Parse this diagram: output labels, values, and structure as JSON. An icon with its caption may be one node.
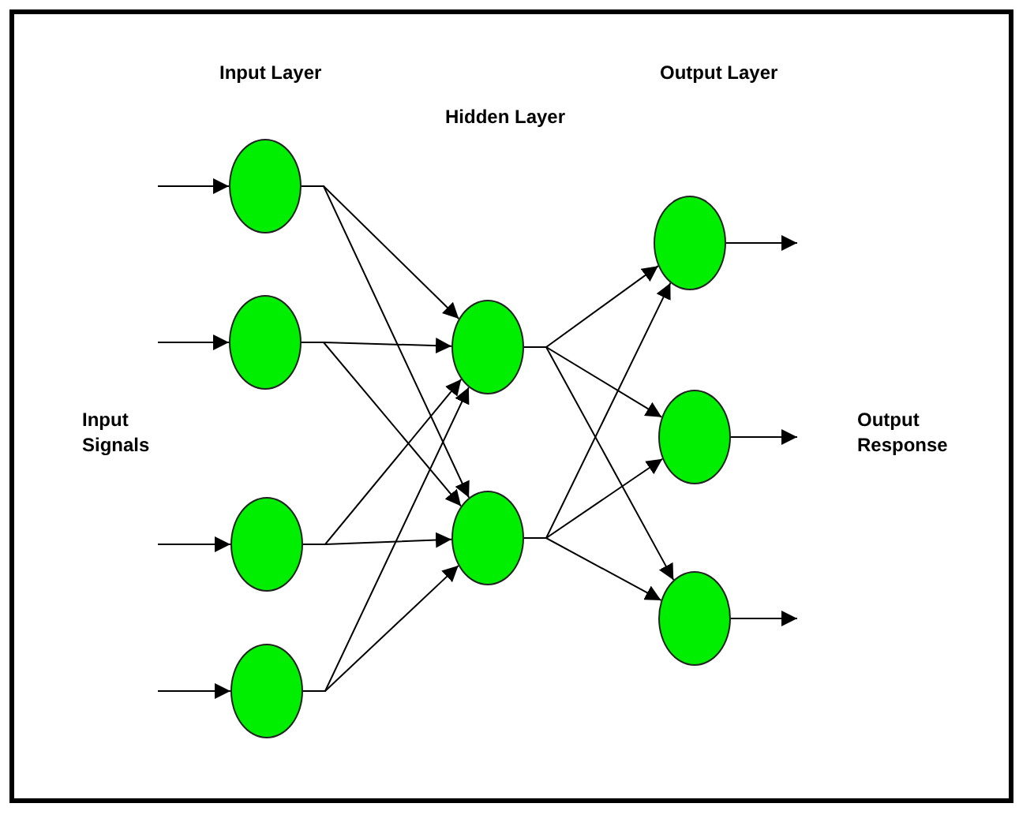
{
  "diagram": {
    "nodes": [
      {
        "text": [],
        "shape": "circle"
      },
      {
        "text": [],
        "shape": "circle"
      },
      {
        "text": [],
        "shape": "circle"
      },
      {
        "text": [],
        "shape": "circle"
      },
      {
        "text": [],
        "shape": "circle"
      },
      {
        "text": [],
        "shape": "circle"
      },
      {
        "text": [],
        "shape": "circle"
      },
      {
        "text": [],
        "shape": "circle"
      },
      {
        "text": [],
        "shape": "circle"
      }
    ],
    "edges": [
      {
        "from": null,
        "to": 0,
        "arrow": "to"
      },
      {
        "from": null,
        "to": 1,
        "arrow": "to"
      },
      {
        "from": null,
        "to": 2,
        "arrow": "to"
      },
      {
        "from": null,
        "to": 3,
        "arrow": "to"
      },
      {
        "from": 0,
        "to": 4,
        "arrow": "to"
      },
      {
        "from": 0,
        "to": 5,
        "arrow": "to"
      },
      {
        "from": 1,
        "to": 4,
        "arrow": "to"
      },
      {
        "from": 1,
        "to": 5,
        "arrow": "to"
      },
      {
        "from": 2,
        "to": 4,
        "arrow": "to"
      },
      {
        "from": 2,
        "to": 5,
        "arrow": "to"
      },
      {
        "from": 3,
        "to": 4,
        "arrow": "to"
      },
      {
        "from": 3,
        "to": 5,
        "arrow": "to"
      },
      {
        "from": 4,
        "to": 6,
        "arrow": "to"
      },
      {
        "from": 4,
        "to": 7,
        "arrow": "to"
      },
      {
        "from": 4,
        "to": 8,
        "arrow": "to"
      },
      {
        "from": 5,
        "to": 6,
        "arrow": "to"
      },
      {
        "from": 5,
        "to": 7,
        "arrow": "to"
      },
      {
        "from": 5,
        "to": 8,
        "arrow": "to"
      },
      {
        "from": 6,
        "to": null,
        "arrow": "to"
      },
      {
        "from": 7,
        "to": null,
        "arrow": "to"
      },
      {
        "from": 8,
        "to": null,
        "arrow": "to"
      }
    ],
    "labels": [
      "Input Layer",
      "Hidden Layer",
      "Output Layer",
      "Input Signals",
      "Output Response"
    ]
  }
}
